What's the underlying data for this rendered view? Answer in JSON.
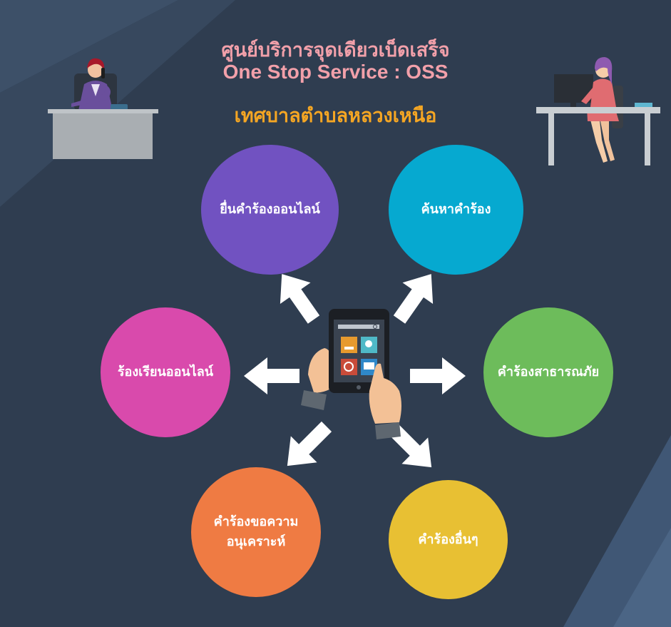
{
  "header": {
    "title_thai": "ศูนย์บริการจุดเดียวเบ็ดเสร็จ",
    "title_en": "One Stop Service : OSS",
    "organization": "เทศบาลตำบลหลวงเหนือ"
  },
  "services": [
    {
      "label": "ยื่นคำร้องออนไลน์",
      "color": "#7152c1"
    },
    {
      "label": "ค้นหาคำร้อง",
      "color": "#06a9d0"
    },
    {
      "label": "ร้องเรียนออนไลน์",
      "color": "#d94aac"
    },
    {
      "label": "คำร้องสาธารณภัย",
      "color": "#6dbc5b"
    },
    {
      "label": "คำร้องขอความ\nอนุเคราะห์",
      "color": "#ef7b43"
    },
    {
      "label": "คำร้องอื่นๆ",
      "color": "#e8c033"
    }
  ],
  "icons": {
    "center": "tablet-icon",
    "left_figure": "receptionist-on-phone-icon",
    "right_figure": "office-worker-at-computer-icon"
  },
  "colors": {
    "background": "#2f3d50",
    "title": "#f2a0aa",
    "organization": "#f5a623"
  }
}
